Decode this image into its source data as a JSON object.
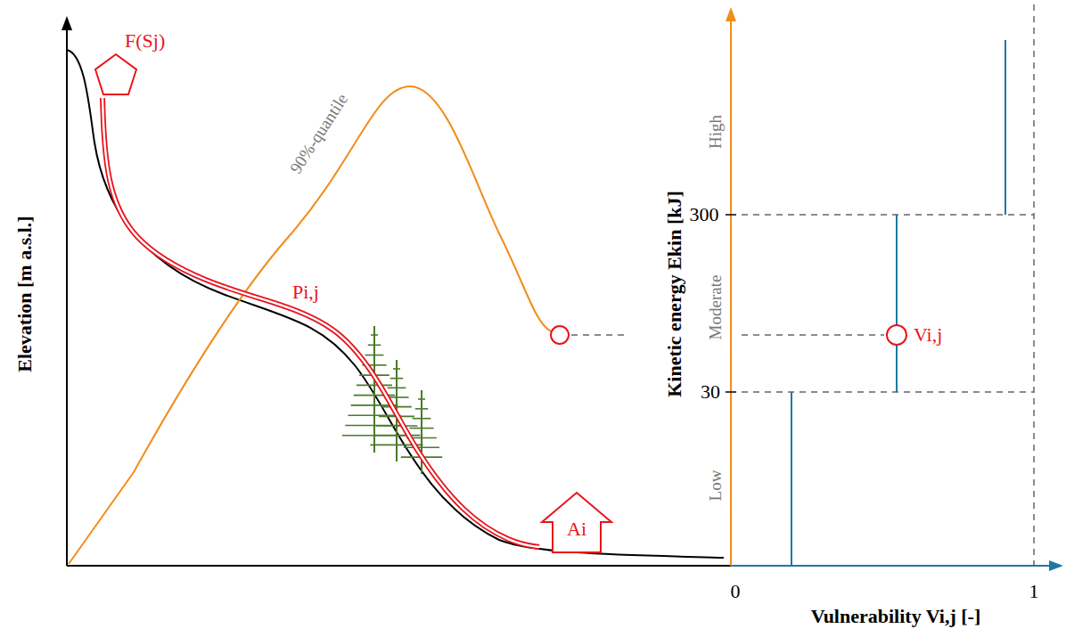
{
  "diagram": {
    "nodes": [
      {
        "text": [
          "F(Sj)"
        ]
      },
      {
        "text": [
          "Ai"
        ]
      },
      {
        "text": [
          "Vi,j"
        ]
      }
    ],
    "edges": [
      {
        "from": 0,
        "to": 1,
        "arrow": "none",
        "label": "Pi,j"
      }
    ],
    "labels": [
      "Elevation [m a.s.l.]",
      "90%-quantile",
      "Kinetic energy Ekin [kJ]",
      "High",
      "Moderate",
      "Low",
      "300",
      "30",
      "0",
      "1",
      "Vulnerability Vi,j [-]"
    ]
  }
}
